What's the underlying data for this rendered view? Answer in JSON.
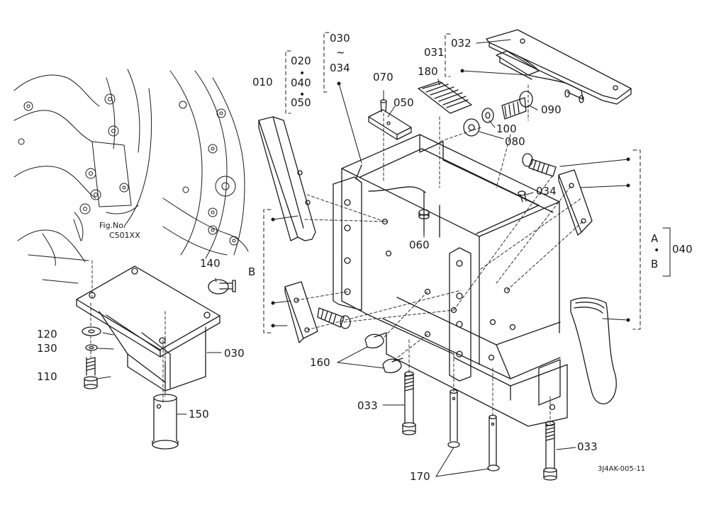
{
  "diagram_id": "3J4AK-005-11",
  "figure_ref": {
    "line1": "Fig.No.",
    "line2": "C501XX"
  },
  "groups": {
    "g010": {
      "main": "010",
      "members": [
        "020",
        "040",
        "050"
      ],
      "range_from": "030",
      "range_sep": "~",
      "range_to": "034"
    },
    "g031": {
      "main": "031",
      "member": "032"
    },
    "g040": {
      "main": "040",
      "a": "A",
      "b": "B"
    },
    "gB": {
      "label": "B"
    }
  },
  "separator_dot": "•",
  "parts": {
    "p030": "030",
    "p032": "032",
    "p033_left": "033",
    "p033_right": "033",
    "p034": "034",
    "p050": "050",
    "p060": "060",
    "p070": "070",
    "p080": "080",
    "p090": "090",
    "p100": "100",
    "p110": "110",
    "p120": "120",
    "p130": "130",
    "p140": "140",
    "p150": "150",
    "p160": "160",
    "p170": "170",
    "p180": "180"
  },
  "colors": {
    "line": "#1a1a1a",
    "background": "#ffffff"
  }
}
